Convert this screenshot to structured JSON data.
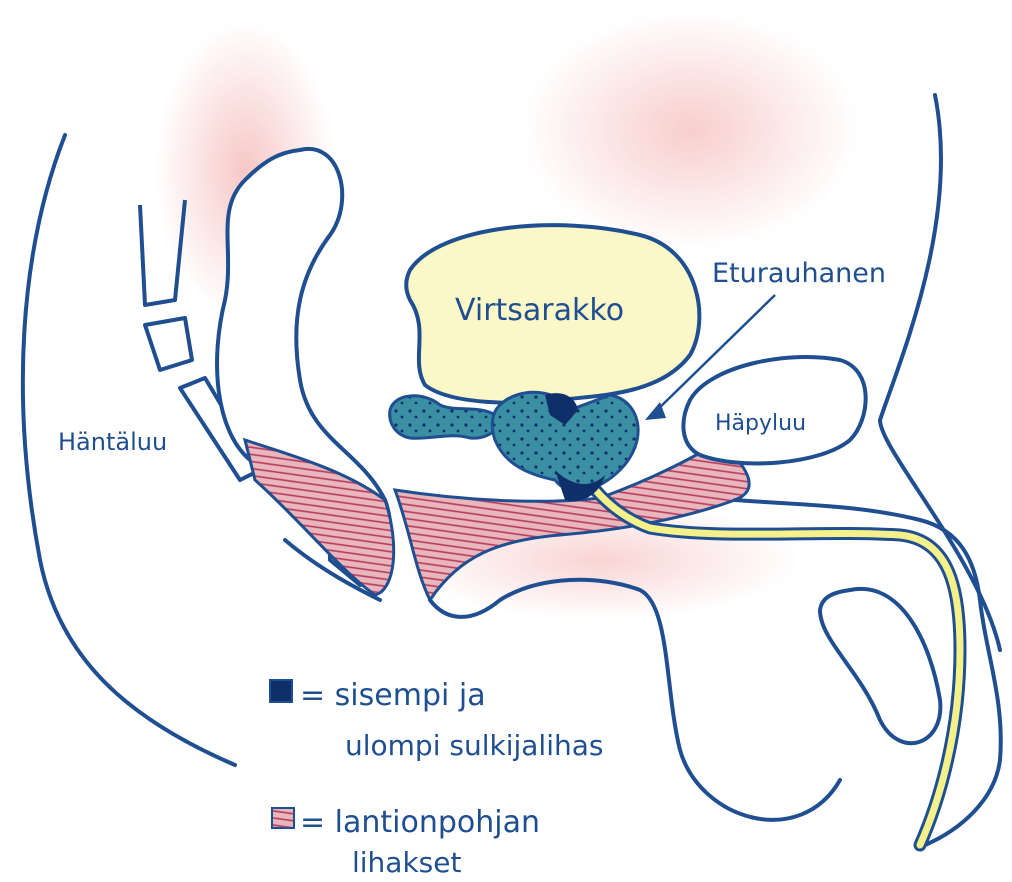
{
  "labels": {
    "bladder": "Virtsarakko",
    "prostate": "Eturauhanen",
    "coccyx": "Häntäluu",
    "pubic_bone": "Häpyluu"
  },
  "legend": {
    "sphincter_line1": "= sisempi ja",
    "sphincter_line2": "ulompi sulkijalihas",
    "pelvic_floor_line1": "= lantionpohjan",
    "pelvic_floor_line2": "lihakset"
  },
  "colors": {
    "ink": "#1f4f91",
    "sphincter": "#0f2f6b",
    "prostate_fill": "#3a8fa3",
    "muscle_fill": "#e3a2aa",
    "muscle_stripe": "#b73a5e",
    "urine_yellow": "#f4f08a",
    "pink_haze": "#f6c3c0"
  }
}
